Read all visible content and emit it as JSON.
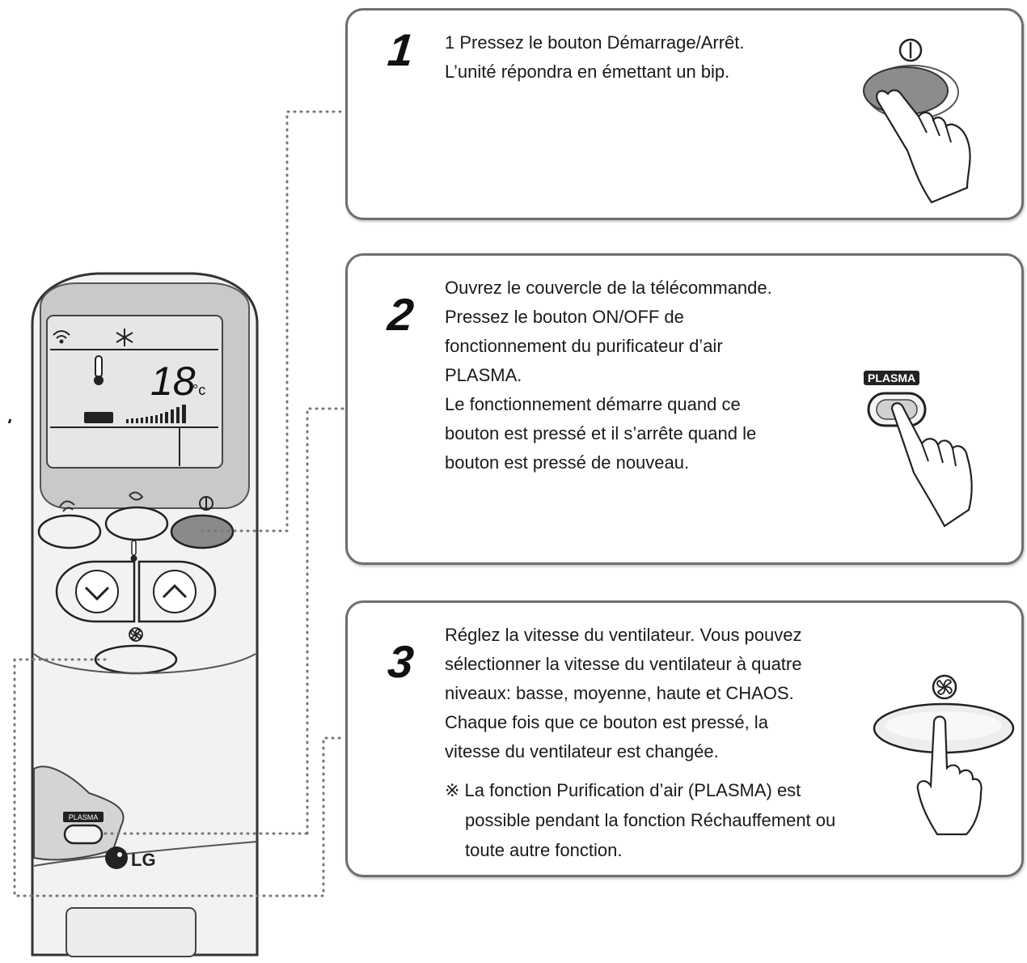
{
  "steps": [
    {
      "number": "1",
      "lines": [
        "1 Pressez le bouton Démarrage/Arrêt.",
        "L’unité répondra en émettant un bip."
      ]
    },
    {
      "number": "2",
      "lines": [
        "Ouvrez le couvercle de la télécommande.",
        "Pressez le bouton ON/OFF de",
        "fonctionnement du purificateur d’air",
        "PLASMA.",
        "Le fonctionnement démarre quand ce",
        "bouton est pressé et il s’arrête quand le",
        "bouton est pressé de nouveau."
      ]
    },
    {
      "number": "3",
      "lines": [
        "Réglez la vitesse du ventilateur. Vous pouvez",
        "sélectionner la vitesse du ventilateur à quatre",
        "niveaux: basse, moyenne, haute et CHAOS.",
        "Chaque fois que ce bouton est pressé, la",
        "vitesse du ventilateur est changée."
      ],
      "note": [
        "※ La fonction Purification d’air (PLASMA) est",
        "possible pendant la fonction Réchauffement ou",
        "toute autre fonction."
      ]
    }
  ],
  "remote": {
    "display_temperature": "18",
    "display_unit": "°c",
    "plasma_label": "PLASMA",
    "brand": "LG"
  },
  "step2_button_label": "PLASMA",
  "icons": [
    "power-icon",
    "fan-icon",
    "swing-icon",
    "airflow-icon",
    "thermometer-icon",
    "snowflake-icon",
    "signal-icon",
    "hand-icon"
  ],
  "colors": {
    "border": "#6e6e6e",
    "remote_body": "#f2f2f2",
    "lcd": "#e4e4e4",
    "button_fill": "#8a8a8a"
  }
}
